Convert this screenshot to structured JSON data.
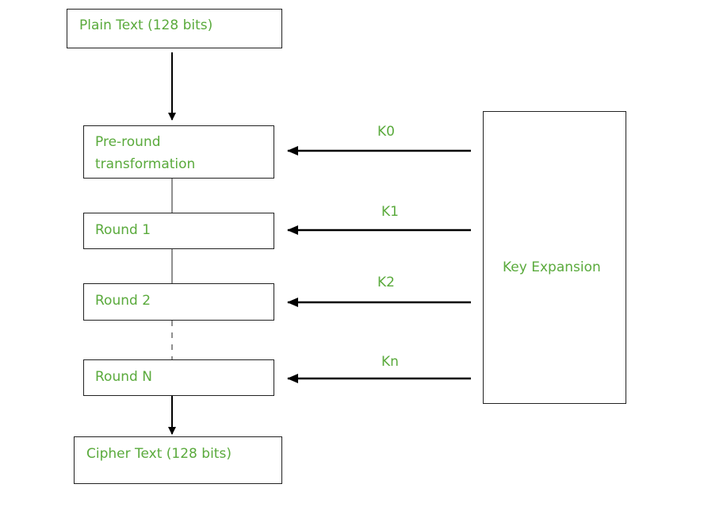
{
  "colors": {
    "text": "#5aaa3c",
    "stroke": "#222222",
    "arrow": "#000000"
  },
  "diagram": {
    "plaintext_label": "Plain Text (128 bits)",
    "preround_label_line1": "Pre-round",
    "preround_label_line2": "transformation",
    "round1_label": "Round 1",
    "round2_label": "Round 2",
    "roundn_label": "Round N",
    "ciphertext_label": "Cipher Text (128 bits)",
    "key_expansion_label": "Key Expansion",
    "keys": [
      "K0",
      "K1",
      "K2",
      "Kn"
    ]
  }
}
